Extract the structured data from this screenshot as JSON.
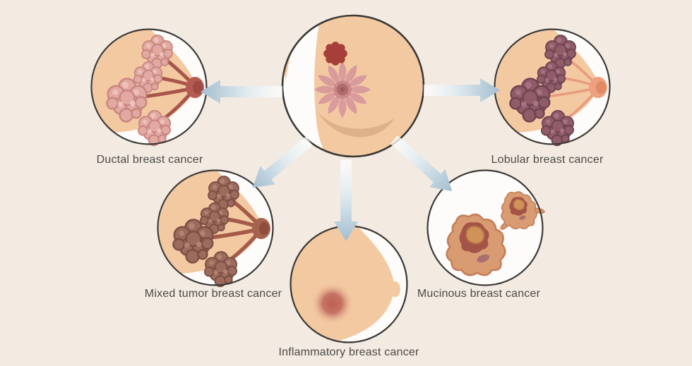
{
  "labels": {
    "ductal": "Ductal breast cancer",
    "lobular": "Lobular breast cancer",
    "mixed": "Mixed tumor breast cancer",
    "inflammatory": "Inflammatory breast cancer",
    "mucinous": "Mucinous breast cancer"
  },
  "colors": {
    "background": "#f3ebe2",
    "circle_fill": "#fdfcfa",
    "circle_stroke": "#3b3936",
    "skin": "#f3c9a2",
    "underbreast_shadow": "#ddb189",
    "label_text": "#4b4945",
    "arrow_head": "#a3bed0",
    "arrow_tail": "#ffffff",
    "lobule_petal_pink": "#d99b9b",
    "tumor_red": "#a63f38",
    "ductal_cluster_pink": "#e2a9a2",
    "lobular_cluster_plum": "#8f5c68",
    "mixed_cluster_brown": "#9c6b5d",
    "duct_ductal": "#a8564a",
    "duct_lobular_salmon": "#e89b7c",
    "duct_mixed": "#a55b49",
    "inflamed_spot": "#bd6152",
    "mucinous_cell_outer": "#d99b72",
    "mucinous_cell_ring": "#a45446",
    "mucinous_cell_nucleus": "#cf9259"
  }
}
